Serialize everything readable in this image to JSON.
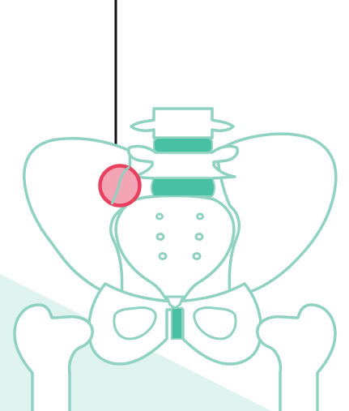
{
  "top_label": "",
  "colors": {
    "outline": "#8fd2c1",
    "disc_fill": "#47c0a4",
    "highlight_fill": "#f4a5b5",
    "highlight_stroke": "#e8415f",
    "background_band": "#dff3ee",
    "pointer_line": "#111111"
  },
  "parts": [
    "lumbar-vertebra",
    "intervertebral-disc",
    "sacrum",
    "left-ilium",
    "right-ilium",
    "pubic-symphysis",
    "left-femur",
    "right-femur",
    "sacroiliac-joint-highlight"
  ]
}
